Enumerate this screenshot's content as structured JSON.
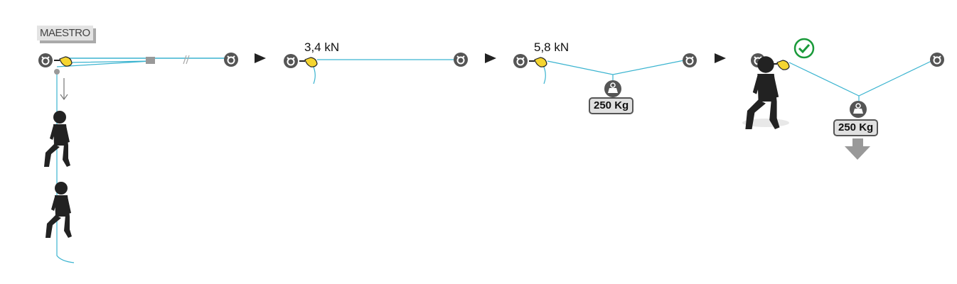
{
  "title_tag": "MAESTRO",
  "steps": [
    {
      "force_label": null
    },
    {
      "force_label": "3,4 kN"
    },
    {
      "force_label": "5,8 kN",
      "load_label": "250 Kg"
    },
    {
      "load_label": "250 Kg",
      "status": "ok"
    }
  ],
  "colors": {
    "rope": "#3bb4d0",
    "anchor": "#555555",
    "pulley": "#f5d531",
    "check": "#1a9a3a"
  }
}
